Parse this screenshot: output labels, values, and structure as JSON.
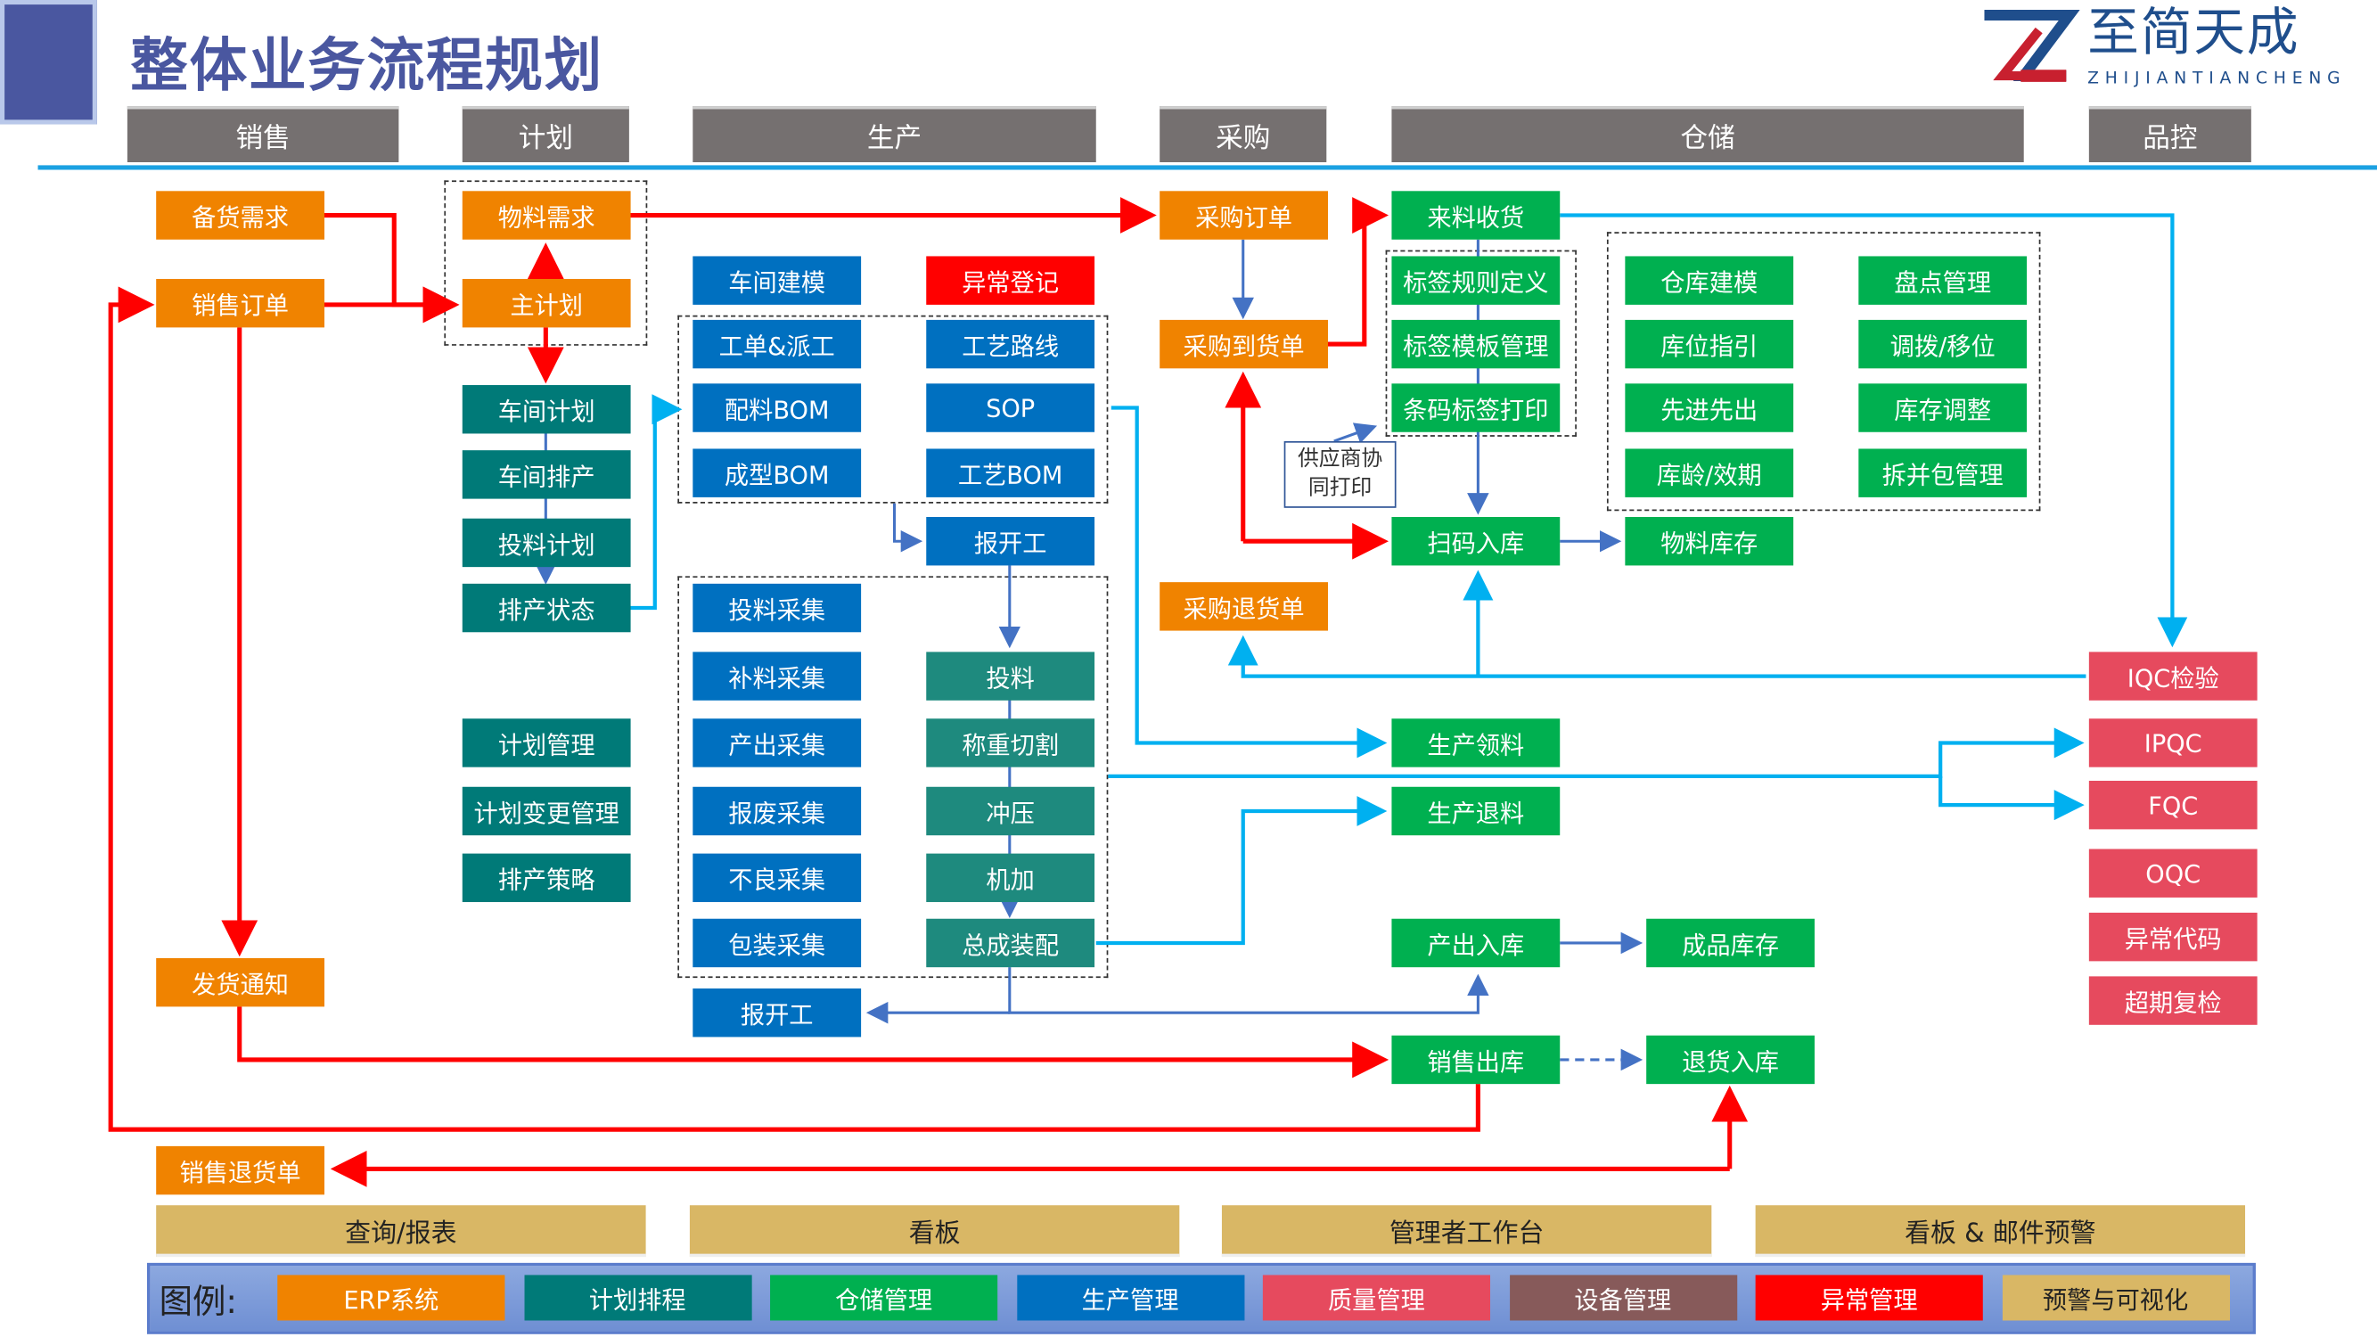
{
  "title": "整体业务流程规划",
  "logo": {
    "cn": "至简天成",
    "en": "ZHIJIANTIANCHENG"
  },
  "lanes": [
    "销售",
    "计划",
    "生产",
    "采购",
    "仓储",
    "品控"
  ],
  "colors": {
    "erp": "#f08300",
    "plan": "#007a78",
    "wms": "#00b050",
    "mes": "#0070c0",
    "qc": "#e64a5e",
    "equip": "#875a5a",
    "exception": "#ff0000",
    "visual": "#d9b765",
    "process": "#1e8a7e",
    "flow_red": "#ff0000",
    "flow_cyan": "#00b0f0",
    "flow_blue": "#4472c4"
  },
  "nodes": {
    "beihuo": {
      "label": "备货需求",
      "cat": "erp"
    },
    "xsdd": {
      "label": "销售订单",
      "cat": "erp"
    },
    "wlxq": {
      "label": "物料需求",
      "cat": "erp"
    },
    "zjh": {
      "label": "主计划",
      "cat": "erp"
    },
    "cgdd": {
      "label": "采购订单",
      "cat": "erp"
    },
    "cgdh": {
      "label": "采购到货单",
      "cat": "erp"
    },
    "cgth": {
      "label": "采购退货单",
      "cat": "erp"
    },
    "fhtz": {
      "label": "发货通知",
      "cat": "erp"
    },
    "xsth": {
      "label": "销售退货单",
      "cat": "erp"
    },
    "cjjh": {
      "label": "车间计划",
      "cat": "plan"
    },
    "cjpc": {
      "label": "车间排产",
      "cat": "plan"
    },
    "tljh": {
      "label": "投料计划",
      "cat": "plan"
    },
    "pczt": {
      "label": "排产状态",
      "cat": "plan"
    },
    "jhgl": {
      "label": "计划管理",
      "cat": "plan"
    },
    "jhbg": {
      "label": "计划变更管理",
      "cat": "plan"
    },
    "pccl": {
      "label": "排产策略",
      "cat": "plan"
    },
    "cjjm": {
      "label": "车间建模",
      "cat": "mes"
    },
    "gdpg": {
      "label": "工单&派工",
      "cat": "mes"
    },
    "plbom": {
      "label": "配料BOM",
      "cat": "mes"
    },
    "cxbom": {
      "label": "成型BOM",
      "cat": "mes"
    },
    "ycdj": {
      "label": "异常登记",
      "cat": "exception"
    },
    "gylx": {
      "label": "工艺路线",
      "cat": "mes"
    },
    "sop": {
      "label": "SOP",
      "cat": "mes"
    },
    "gybom": {
      "label": "工艺BOM",
      "cat": "mes"
    },
    "bkg1": {
      "label": "报开工",
      "cat": "mes"
    },
    "tlcj": {
      "label": "投料采集",
      "cat": "mes"
    },
    "blcj": {
      "label": "补料采集",
      "cat": "mes"
    },
    "cccj": {
      "label": "产出采集",
      "cat": "mes"
    },
    "bfcj": {
      "label": "报废采集",
      "cat": "mes"
    },
    "blpcj": {
      "label": "不良采集",
      "cat": "mes"
    },
    "bzcj": {
      "label": "包装采集",
      "cat": "mes"
    },
    "bkg2": {
      "label": "报开工",
      "cat": "mes"
    },
    "tl": {
      "label": "投料",
      "cat": "process"
    },
    "czqg": {
      "label": "称重切割",
      "cat": "process"
    },
    "cy": {
      "label": "冲压",
      "cat": "process"
    },
    "jj": {
      "label": "机加",
      "cat": "process"
    },
    "zczp": {
      "label": "总成装配",
      "cat": "process"
    },
    "llsh": {
      "label": "来料收货",
      "cat": "wms"
    },
    "bqgz": {
      "label": "标签规则定义",
      "cat": "wms"
    },
    "bqmb": {
      "label": "标签模板管理",
      "cat": "wms"
    },
    "tmdy": {
      "label": "条码标签打印",
      "cat": "wms"
    },
    "smrk": {
      "label": "扫码入库",
      "cat": "wms"
    },
    "scll": {
      "label": "生产领料",
      "cat": "wms"
    },
    "sctl": {
      "label": "生产退料",
      "cat": "wms"
    },
    "ccrk": {
      "label": "产出入库",
      "cat": "wms"
    },
    "xsck": {
      "label": "销售出库",
      "cat": "wms"
    },
    "ckjm": {
      "label": "仓库建模",
      "cat": "wms"
    },
    "kwzy": {
      "label": "库位指引",
      "cat": "wms"
    },
    "xjxc": {
      "label": "先进先出",
      "cat": "wms"
    },
    "klxq": {
      "label": "库龄/效期",
      "cat": "wms"
    },
    "wlkc": {
      "label": "物料库存",
      "cat": "wms"
    },
    "pdgl": {
      "label": "盘点管理",
      "cat": "wms"
    },
    "dbyw": {
      "label": "调拨/移位",
      "cat": "wms"
    },
    "kctz": {
      "label": "库存调整",
      "cat": "wms"
    },
    "cbbgl": {
      "label": "拆并包管理",
      "cat": "wms"
    },
    "cpkc": {
      "label": "成品库存",
      "cat": "wms"
    },
    "thrk": {
      "label": "退货入库",
      "cat": "wms"
    },
    "iqc": {
      "label": "IQC检验",
      "cat": "qc"
    },
    "ipqc": {
      "label": "IPQC",
      "cat": "qc"
    },
    "fqc": {
      "label": "FQC",
      "cat": "qc"
    },
    "oqc": {
      "label": "OQC",
      "cat": "qc"
    },
    "ycdm": {
      "label": "异常代码",
      "cat": "qc"
    },
    "cqfj": {
      "label": "超期复检",
      "cat": "qc"
    }
  },
  "callout": [
    "供应商协",
    "同打印"
  ],
  "bottom_bar": [
    "查询/报表",
    "看板",
    "管理者工作台",
    "看板 & 邮件预警"
  ],
  "legend": {
    "label": "图例:",
    "items": [
      {
        "label": "ERP系统",
        "cat": "erp"
      },
      {
        "label": "计划排程",
        "cat": "plan"
      },
      {
        "label": "仓储管理",
        "cat": "wms"
      },
      {
        "label": "生产管理",
        "cat": "mes"
      },
      {
        "label": "质量管理",
        "cat": "qc"
      },
      {
        "label": "设备管理",
        "cat": "equip"
      },
      {
        "label": "异常管理",
        "cat": "exception"
      },
      {
        "label": "预警与可视化",
        "cat": "visual"
      }
    ]
  }
}
